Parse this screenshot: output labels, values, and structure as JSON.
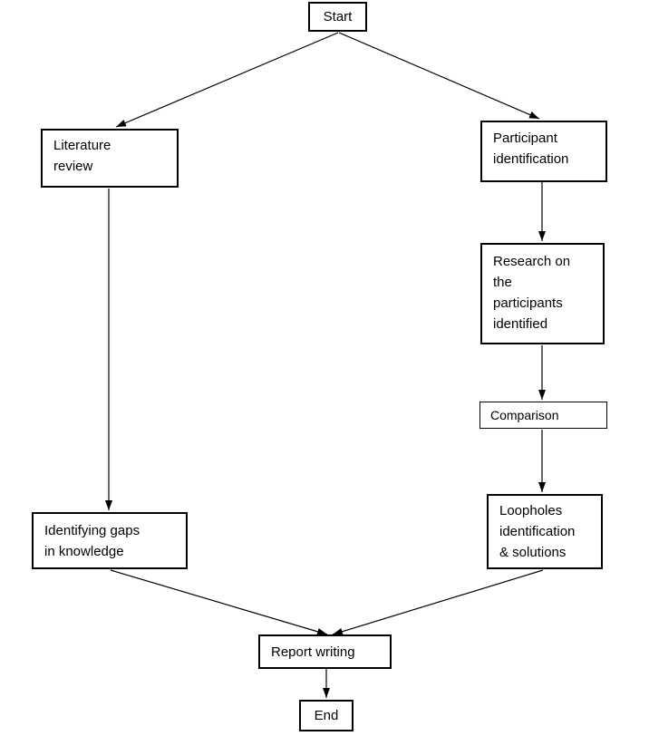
{
  "page": {
    "background_color": "#ffffff",
    "line_color": "#000000",
    "box_border_color": "#000000"
  },
  "nodes": {
    "start": {
      "label": "Start"
    },
    "literature_review": {
      "label": "Literature\nreview"
    },
    "participant_identification": {
      "label": "Participant\nidentification"
    },
    "research_on_participants": {
      "label": "Research on\nthe\nparticipants\nidentified"
    },
    "comparison": {
      "label": "Comparison"
    },
    "loopholes": {
      "label": "Loopholes\nidentification\n& solutions"
    },
    "identifying_gaps": {
      "label": "Identifying gaps\nin knowledge"
    },
    "report_writing": {
      "label": "Report writing"
    },
    "end": {
      "label": "End"
    }
  },
  "edges": [
    {
      "from": "start",
      "to": "literature_review"
    },
    {
      "from": "start",
      "to": "participant_identification"
    },
    {
      "from": "literature_review",
      "to": "identifying_gaps"
    },
    {
      "from": "participant_identification",
      "to": "research_on_participants"
    },
    {
      "from": "research_on_participants",
      "to": "comparison"
    },
    {
      "from": "comparison",
      "to": "loopholes"
    },
    {
      "from": "identifying_gaps",
      "to": "report_writing"
    },
    {
      "from": "loopholes",
      "to": "report_writing"
    },
    {
      "from": "report_writing",
      "to": "end"
    }
  ]
}
